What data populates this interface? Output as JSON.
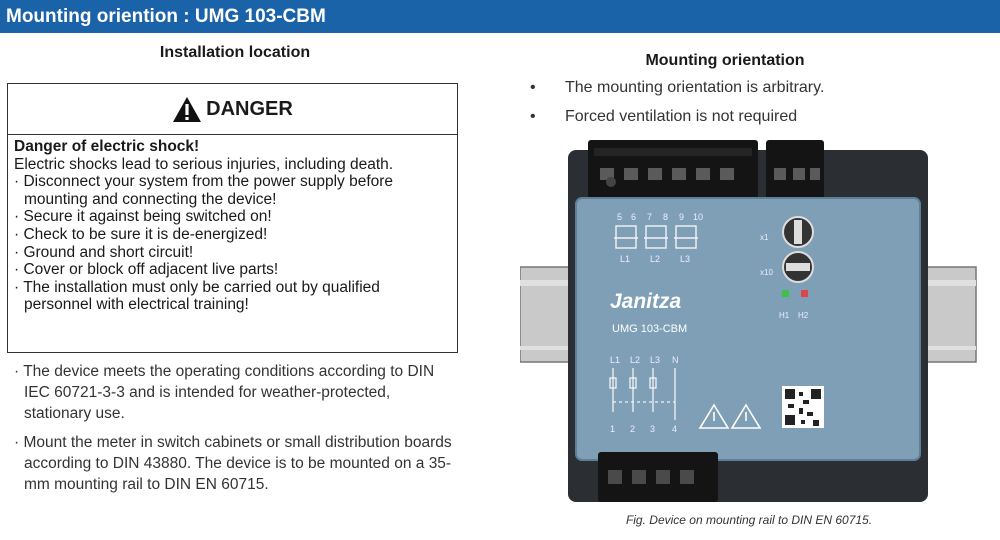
{
  "title": "Mounting oriention : UMG 103-CBM",
  "left": {
    "heading": "Installation location",
    "danger": {
      "label": "DANGER",
      "subtitle": "Danger of electric shock!",
      "lines": [
        "Electric shocks lead to serious injuries, including death.",
        "· Disconnect your system from the power supply before mounting and connecting the device!",
        "· Secure it against being switched on!",
        "· Check to be sure it is de-energized!",
        "· Ground and short circuit!",
        "· Cover or block off adjacent live parts!",
        "· The installation must only be carried out by qualified personnel with electrical training!"
      ]
    },
    "paragraphs": [
      "· The device meets the operating conditions according to DIN IEC 60721-3-3 and is intended for weather-protected, stationary use.",
      "· Mount the meter in switch cabinets or small distribution boards according to DIN 43880. The device is to be mounted on a 35-mm mounting rail to DIN EN 60715."
    ]
  },
  "right": {
    "heading": "Mounting orientation",
    "bullets": [
      "The mounting orientation is arbitrary.",
      "Forced ventilation is not required"
    ],
    "device": {
      "brand": "Janitza",
      "model": "UMG 103-CBM",
      "terminals_top": [
        "5",
        "6",
        "7",
        "8",
        "9",
        "10"
      ],
      "phases_top": [
        "L1",
        "L2",
        "L3"
      ],
      "phases_bottom": [
        "L1",
        "L2",
        "L3",
        "N"
      ],
      "nums_bottom": [
        "1",
        "2",
        "3",
        "4"
      ],
      "dial_labels": [
        "x1",
        "x10"
      ],
      "led_labels": [
        "H1",
        "H2"
      ]
    },
    "caption": "Fig. Device on mounting rail to DIN EN 60715."
  }
}
